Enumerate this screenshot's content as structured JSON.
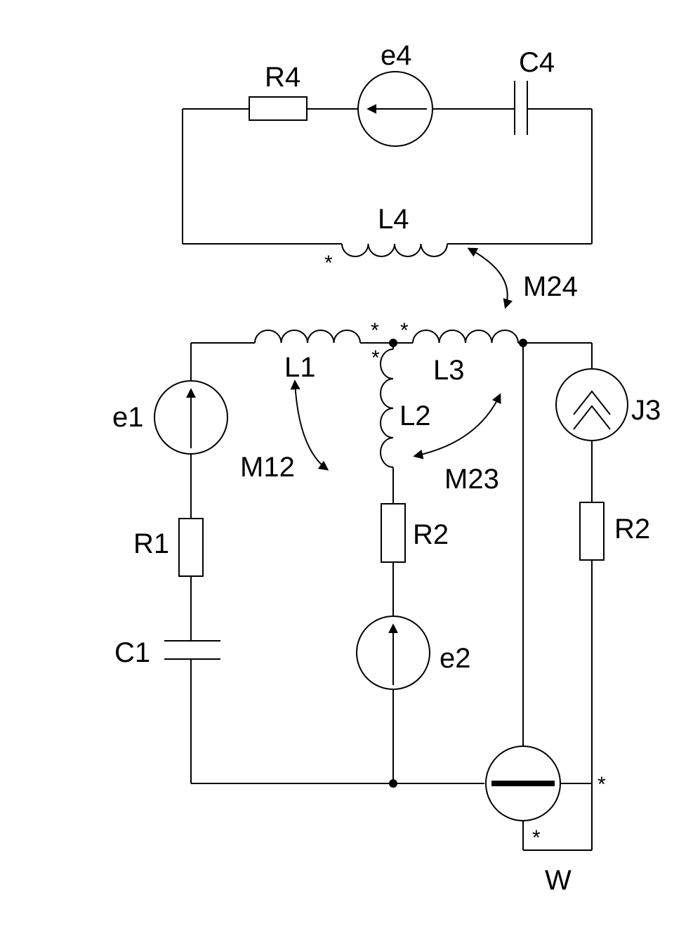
{
  "labels": {
    "R4": "R4",
    "e4": "e4",
    "C4": "C4",
    "L4": "L4",
    "M24": "M24",
    "L1": "L1",
    "L3": "L3",
    "L2": "L2",
    "e1": "e1",
    "M12": "M12",
    "M23": "M23",
    "J3": "J3",
    "R1": "R1",
    "R2_mid": "R2",
    "R2_right": "R2",
    "C1": "C1",
    "e2": "e2",
    "W": "W"
  },
  "marks": {
    "dot_symbol": "*"
  }
}
